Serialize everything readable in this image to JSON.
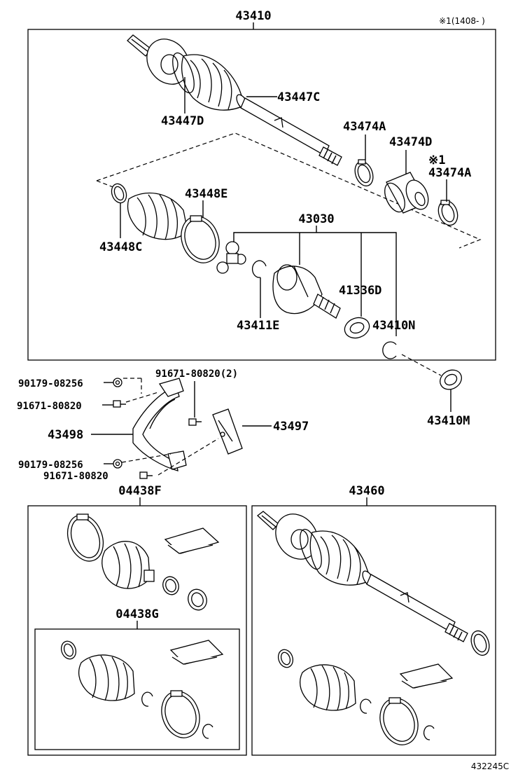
{
  "diagram": {
    "note": "※1(1408-  )",
    "footer_code": "432245C",
    "assemblies": {
      "a43410": "43410",
      "a04438F": "04438F",
      "a04438G": "04438G",
      "a43460": "43460"
    },
    "parts": {
      "p43447C": "43447C",
      "p43447D": "43447D",
      "p43474A_1": "43474A",
      "p43474D": "43474D",
      "p_mark1": "※1",
      "p43474A_2": "43474A",
      "p43448E": "43448E",
      "p43448C": "43448C",
      "p43030": "43030",
      "p41336D": "41336D",
      "p43411E": "43411E",
      "p43410N": "43410N",
      "p43410M": "43410M",
      "p90179_08256_top": "90179-08256",
      "p91671_80820_2": "91671-80820(2)",
      "p91671_80820_top": "91671-80820",
      "p43498": "43498",
      "p43497": "43497",
      "p90179_08256_bot": "90179-08256",
      "p91671_80820_bot": "91671-80820"
    }
  }
}
